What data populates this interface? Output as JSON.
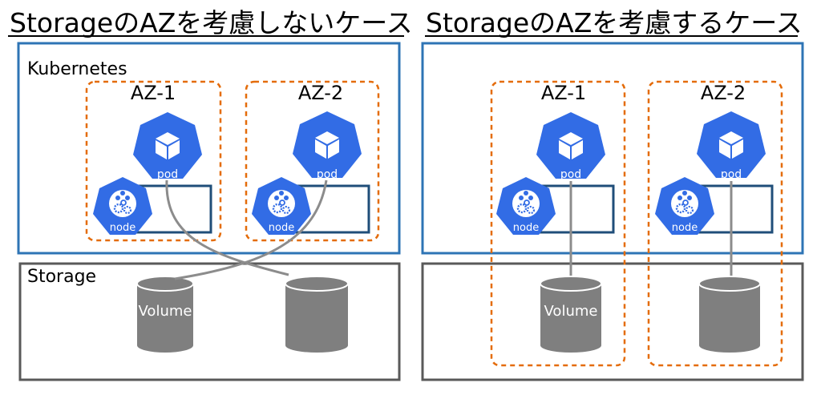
{
  "left": {
    "title": "StorageのAZを考慮しないケース",
    "k8s_label": "Kubernetes",
    "storage_label": "Storage",
    "az1_label": "AZ-1",
    "az2_label": "AZ-2",
    "pod_label": "pod",
    "node_label": "node",
    "volume_label": "Volume"
  },
  "right": {
    "title": "StorageのAZを考慮するケース",
    "az1_label": "AZ-1",
    "az2_label": "AZ-2",
    "pod_label": "pod",
    "node_label": "node",
    "volume_label": "Volume"
  },
  "colors": {
    "k8s_blue": "#326CE5",
    "frame_blue": "#2E74B5",
    "node_box": "#1F4E79",
    "az_orange": "#E46C0A",
    "storage_gray": "#7F7F7F",
    "storage_frame": "#595959",
    "link_gray": "#8C8C8C"
  },
  "icons": [
    "pod-cube-icon",
    "node-cluster-icon",
    "volume-cylinder-icon"
  ]
}
